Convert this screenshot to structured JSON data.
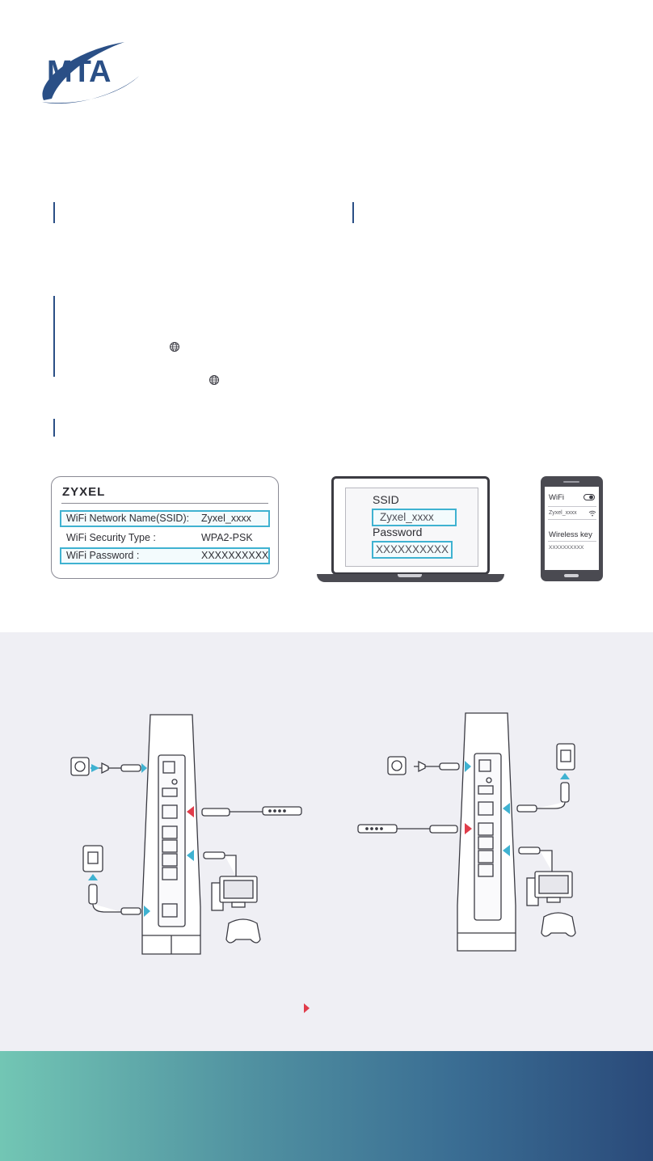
{
  "logo": {
    "text": "MTA",
    "color": "#2a4f86"
  },
  "icons": [
    "globe-icon",
    "globe-icon"
  ],
  "wifi_card": {
    "brand": "ZYXEL",
    "rows": [
      {
        "label": "WiFi Network Name(SSID):",
        "value": "Zyxel_xxxx",
        "highlight": true
      },
      {
        "label": "WiFi Security Type :",
        "value": "WPA2-PSK",
        "highlight": false
      },
      {
        "label": "WiFi Password :",
        "value": "XXXXXXXXXX",
        "highlight": true
      }
    ]
  },
  "laptop": {
    "ssid_label": "SSID",
    "ssid_value": "Zyxel_xxxx",
    "password_label": "Password",
    "password_value": "XXXXXXXXXX"
  },
  "phone": {
    "wifi_label": "WiFi",
    "network": "Zyxel_xxxx",
    "key_label": "Wireless key",
    "key_value": "XXXXXXXXXX"
  },
  "colors": {
    "accent": "#2a4f86",
    "highlight": "#3fb2d1",
    "wan_arrow": "#e03c4a",
    "lan_arrow": "#3fb2d1"
  }
}
